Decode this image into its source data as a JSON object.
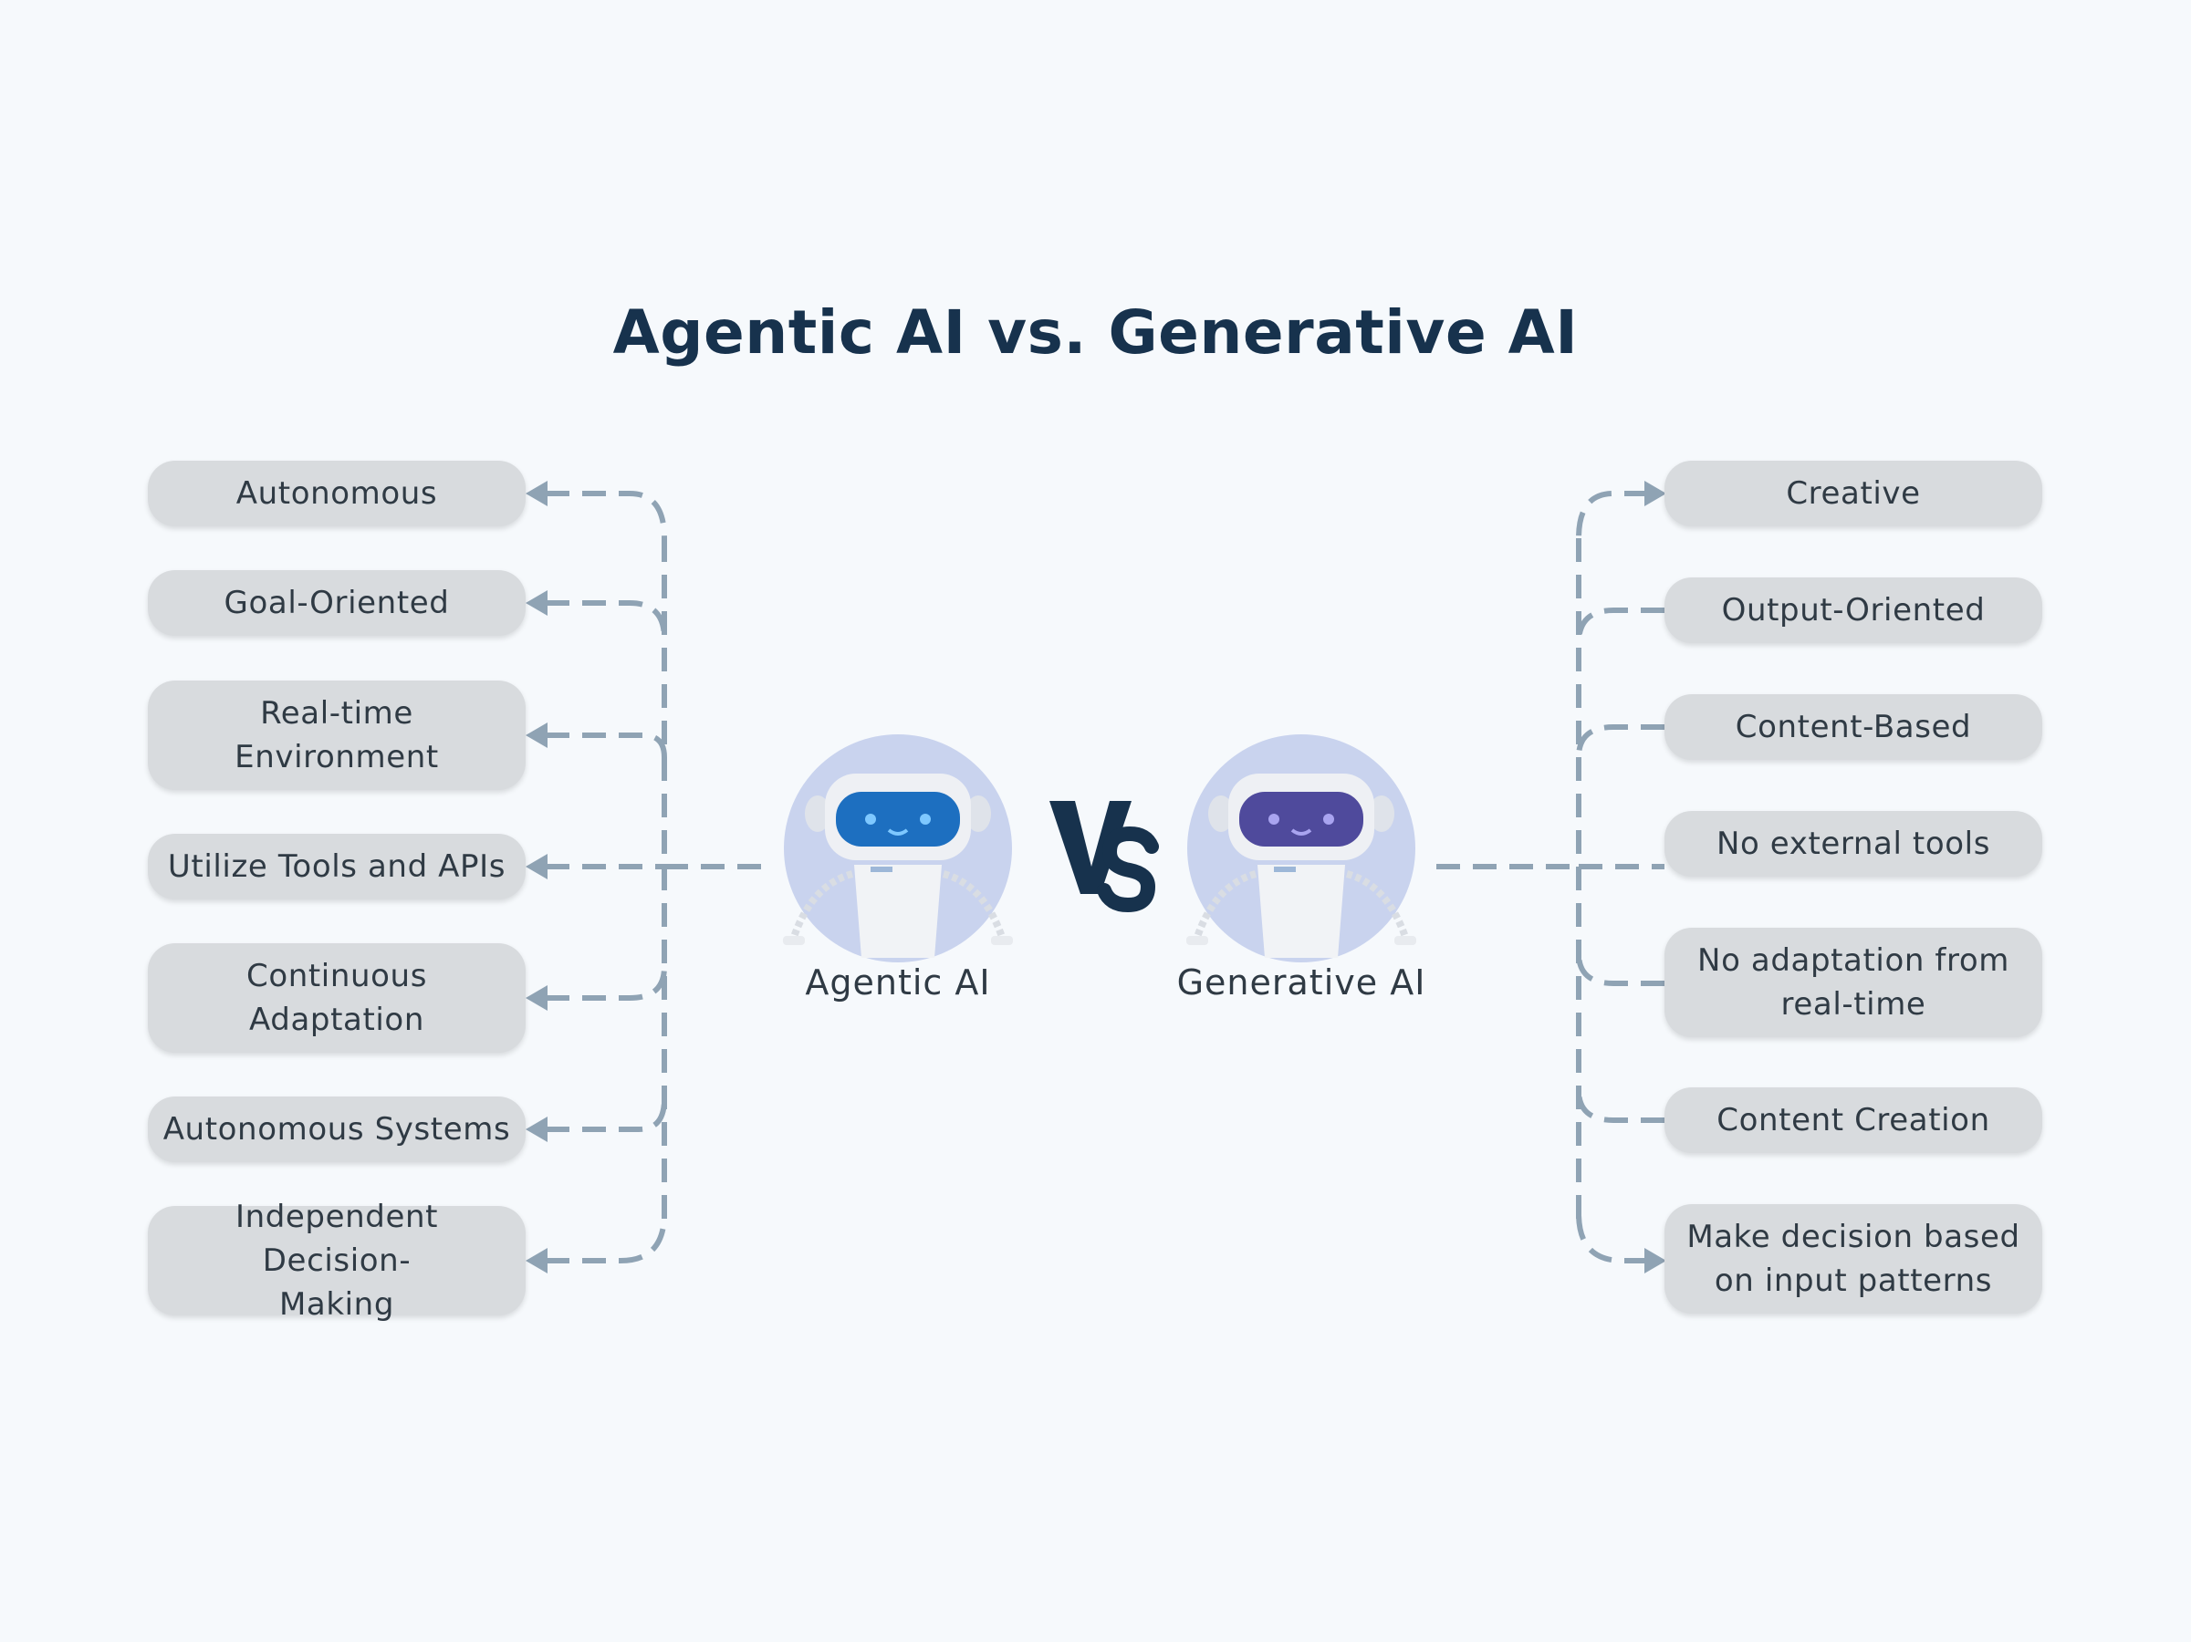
{
  "title": "Agentic AI vs. Generative AI",
  "vs_label": "VS",
  "colors": {
    "background": "#f6f9fc",
    "title": "#17324d",
    "pill": "#d8dbde",
    "pill_text": "#2f3a44",
    "connector": "#8fa3b4",
    "robot_circle": "#c9d3ee",
    "agentic_face": "#1d6fc0",
    "generative_face": "#4f4a9c"
  },
  "left": {
    "robot_label": "Agentic AI",
    "items": [
      "Autonomous",
      "Goal-Oriented",
      "Real-time\nEnvironment",
      "Utilize Tools and APIs",
      "Continuous\nAdaptation",
      "Autonomous Systems",
      "Independent Decision-\nMaking"
    ]
  },
  "right": {
    "robot_label": "Generative AI",
    "items": [
      "Creative",
      "Output-Oriented",
      "Content-Based",
      "No external tools",
      "No adaptation from\nreal-time",
      "Content Creation",
      "Make decision based\non input patterns"
    ]
  }
}
